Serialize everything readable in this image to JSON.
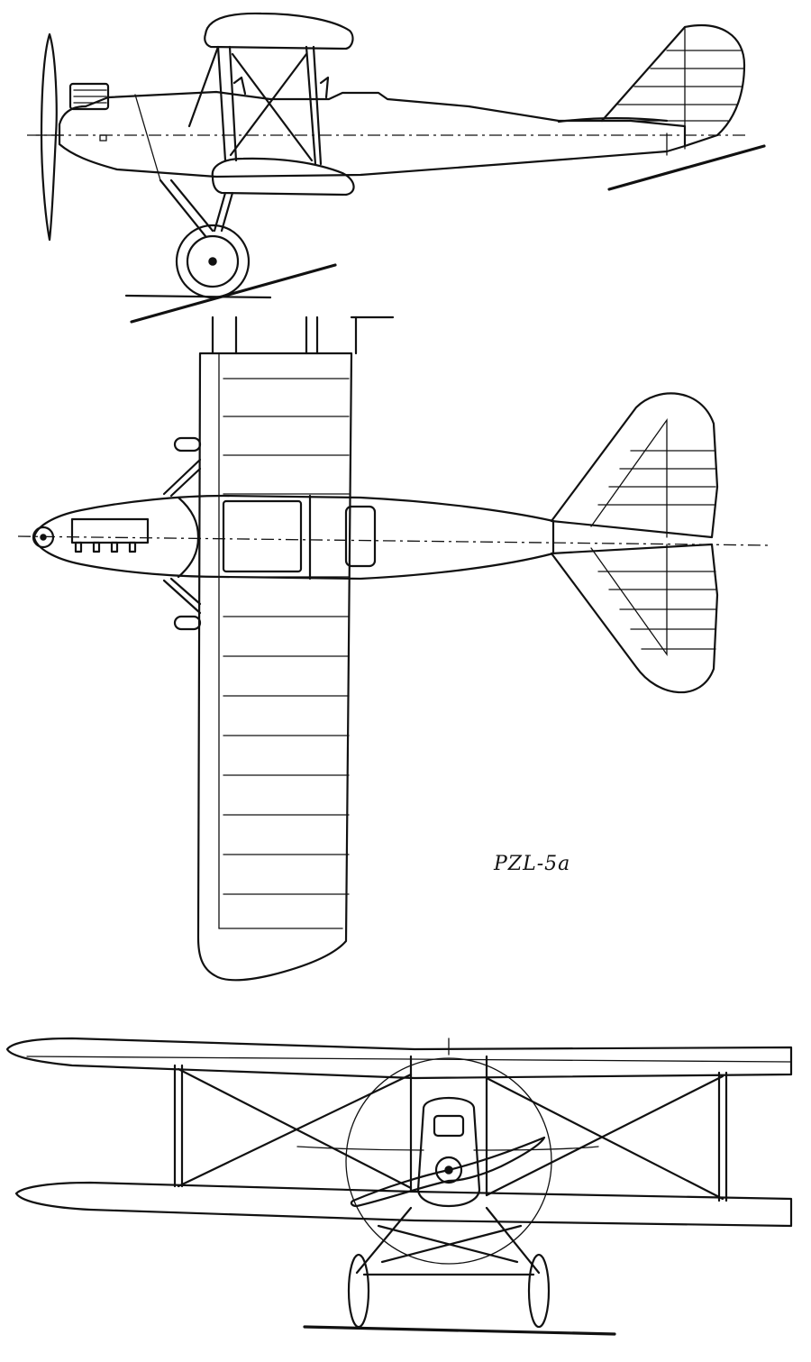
{
  "drawing": {
    "designation": "PZL-5a",
    "views": [
      "side-view",
      "top-view",
      "front-view"
    ]
  }
}
